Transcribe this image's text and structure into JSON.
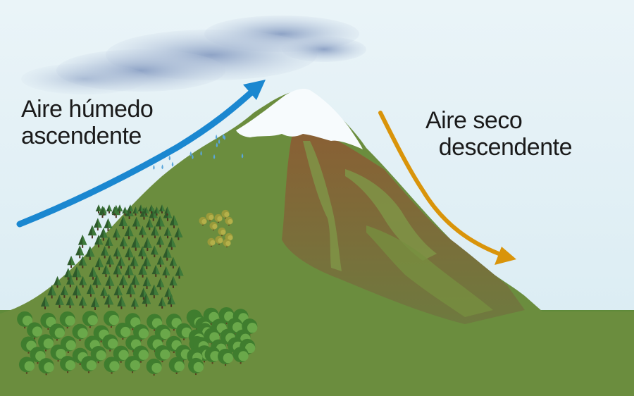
{
  "labels": {
    "humid_line1": "Aire húmedo",
    "humid_line2": "ascendente",
    "dry_line1": "Aire seco",
    "dry_line2": "descendente"
  },
  "colors": {
    "sky": "#dfeef4",
    "cloud": "#9aaecf",
    "snow": "#f7fbfd",
    "mountain_green": "#6b8d3e",
    "leeward_brown": "#8e6a3e",
    "ground": "#6e9d45",
    "humid_arrow": "#1a87d0",
    "dry_arrow": "#d9940a",
    "rain": "#5aa6db"
  },
  "icons": {
    "humid_arrow": "arrow-up-right",
    "dry_arrow": "arrow-down-right",
    "rain": "raindrops",
    "trees": "conifer-and-deciduous-trees"
  }
}
